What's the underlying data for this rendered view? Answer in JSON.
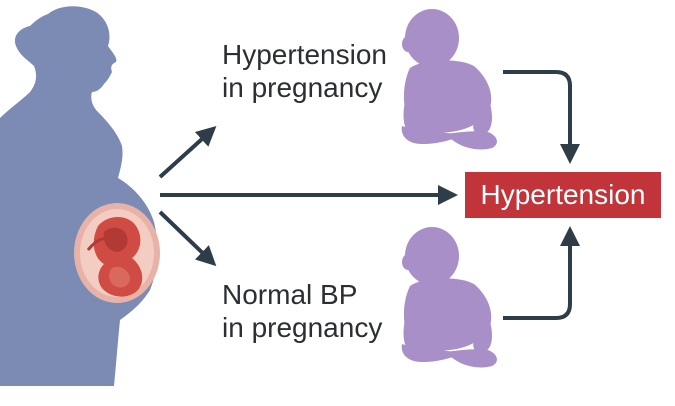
{
  "labels": {
    "exposed_line1": "Hypertension",
    "exposed_line2": "in pregnancy",
    "unexposed_line1": "Normal BP",
    "unexposed_line2": "in pregnancy",
    "outcome": "Hypertension"
  },
  "colors": {
    "mother": "#7b8bb4",
    "baby": "#a98fc7",
    "arrow": "#2f3d48",
    "outcome_box": "#c0343a",
    "fetus": "#cf4b44"
  },
  "icons": {
    "mother": "pregnant-woman-icon",
    "fetus": "fetus-in-womb-icon",
    "baby_top": "sitting-baby-icon",
    "baby_bottom": "sitting-baby-icon"
  }
}
